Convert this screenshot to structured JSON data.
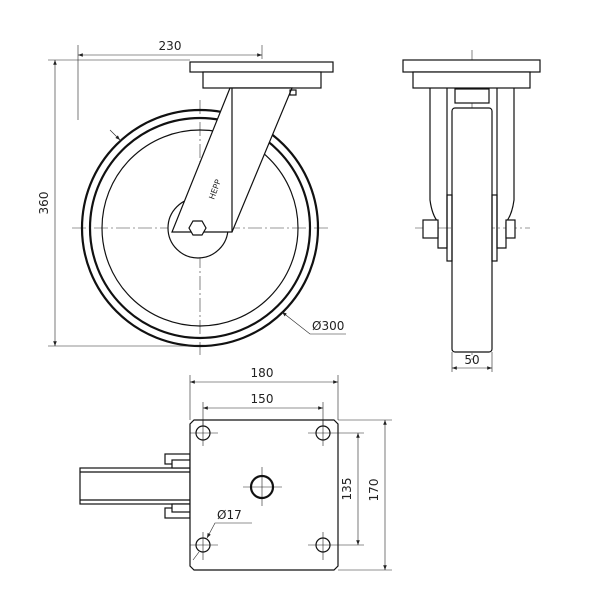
{
  "dimensions": {
    "mount_width": "230",
    "overall_height": "360",
    "wheel_diameter": "Ø300",
    "wheel_width": "50",
    "plate_width": "180",
    "hole_spacing_x": "150",
    "hole_spacing_y": "135",
    "plate_length": "170",
    "hole_diameter": "Ø17"
  },
  "logo_text": "HEPP"
}
